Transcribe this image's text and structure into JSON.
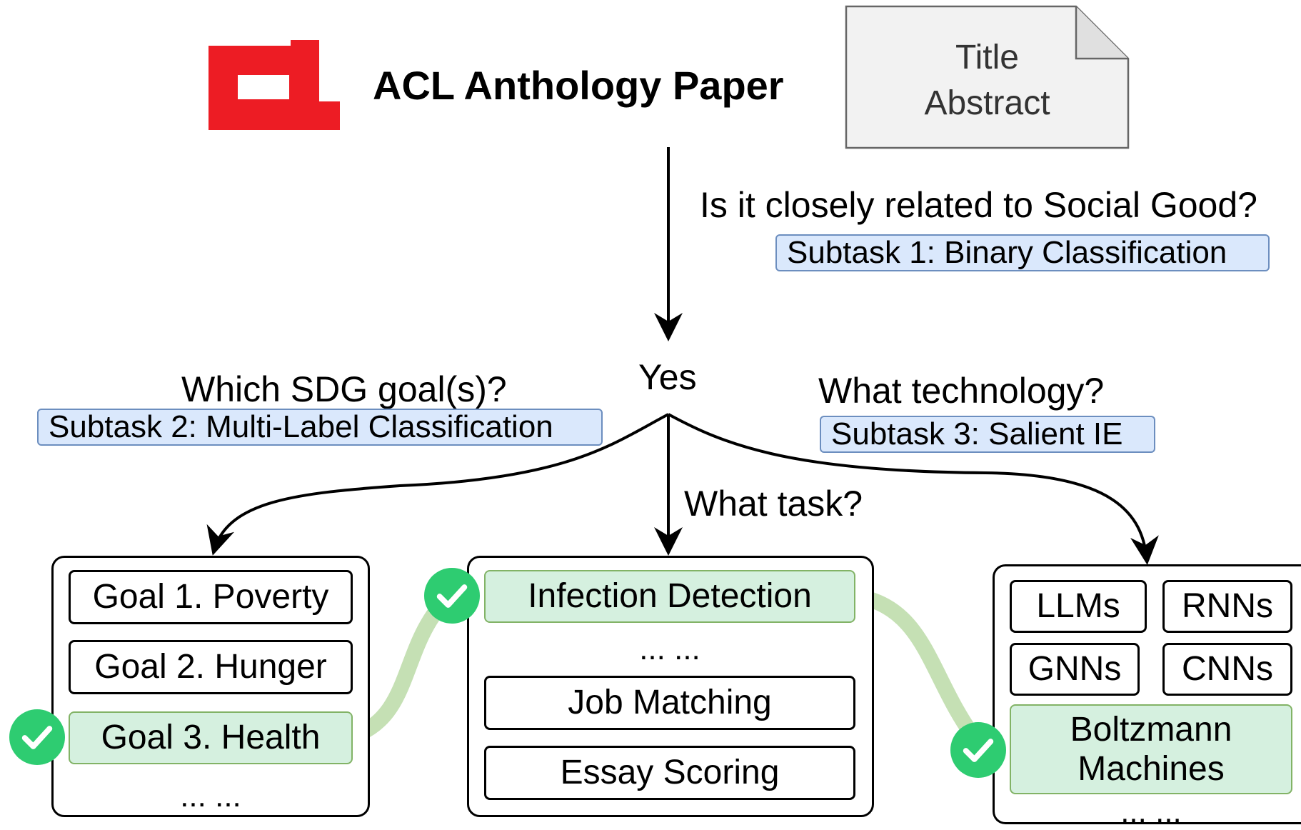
{
  "header": {
    "title": "ACL Anthology Paper",
    "document_lines": [
      "Title",
      "Abstract"
    ],
    "logo_color": "#ed1c24"
  },
  "questions": {
    "social_good": "Is it closely related to Social Good?",
    "social_good_subtask": "Subtask 1: Binary Classification",
    "answer": "Yes",
    "sdg": "Which SDG goal(s)?",
    "sdg_subtask": "Subtask 2: Multi-Label Classification",
    "task": "What task?",
    "technology": "What technology?",
    "technology_subtask": "Subtask 3: Salient IE"
  },
  "goals": {
    "items": [
      "Goal 1. Poverty",
      "Goal 2. Hunger",
      "Goal 3. Health"
    ],
    "selected": "Goal 3. Health",
    "ellipsis": "... ..."
  },
  "tasks": {
    "items": [
      "Infection Detection",
      "Job Matching",
      "Essay Scoring"
    ],
    "selected": "Infection Detection",
    "ellipsis": "... ..."
  },
  "technologies": {
    "items": [
      "LLMs",
      "RNNs",
      "GNNs",
      "CNNs",
      "Boltzmann Machines"
    ],
    "selected": "Boltzmann Machines",
    "ellipsis": "... ..."
  },
  "colors": {
    "tag_fill": "#dae8fc",
    "tag_border": "#6c8ebf",
    "selected_fill": "#d5f0df",
    "selected_border": "#82b366",
    "connector": "#c5e0b4",
    "check": "#2ecc71",
    "document_fill": "#f2f2f2"
  }
}
